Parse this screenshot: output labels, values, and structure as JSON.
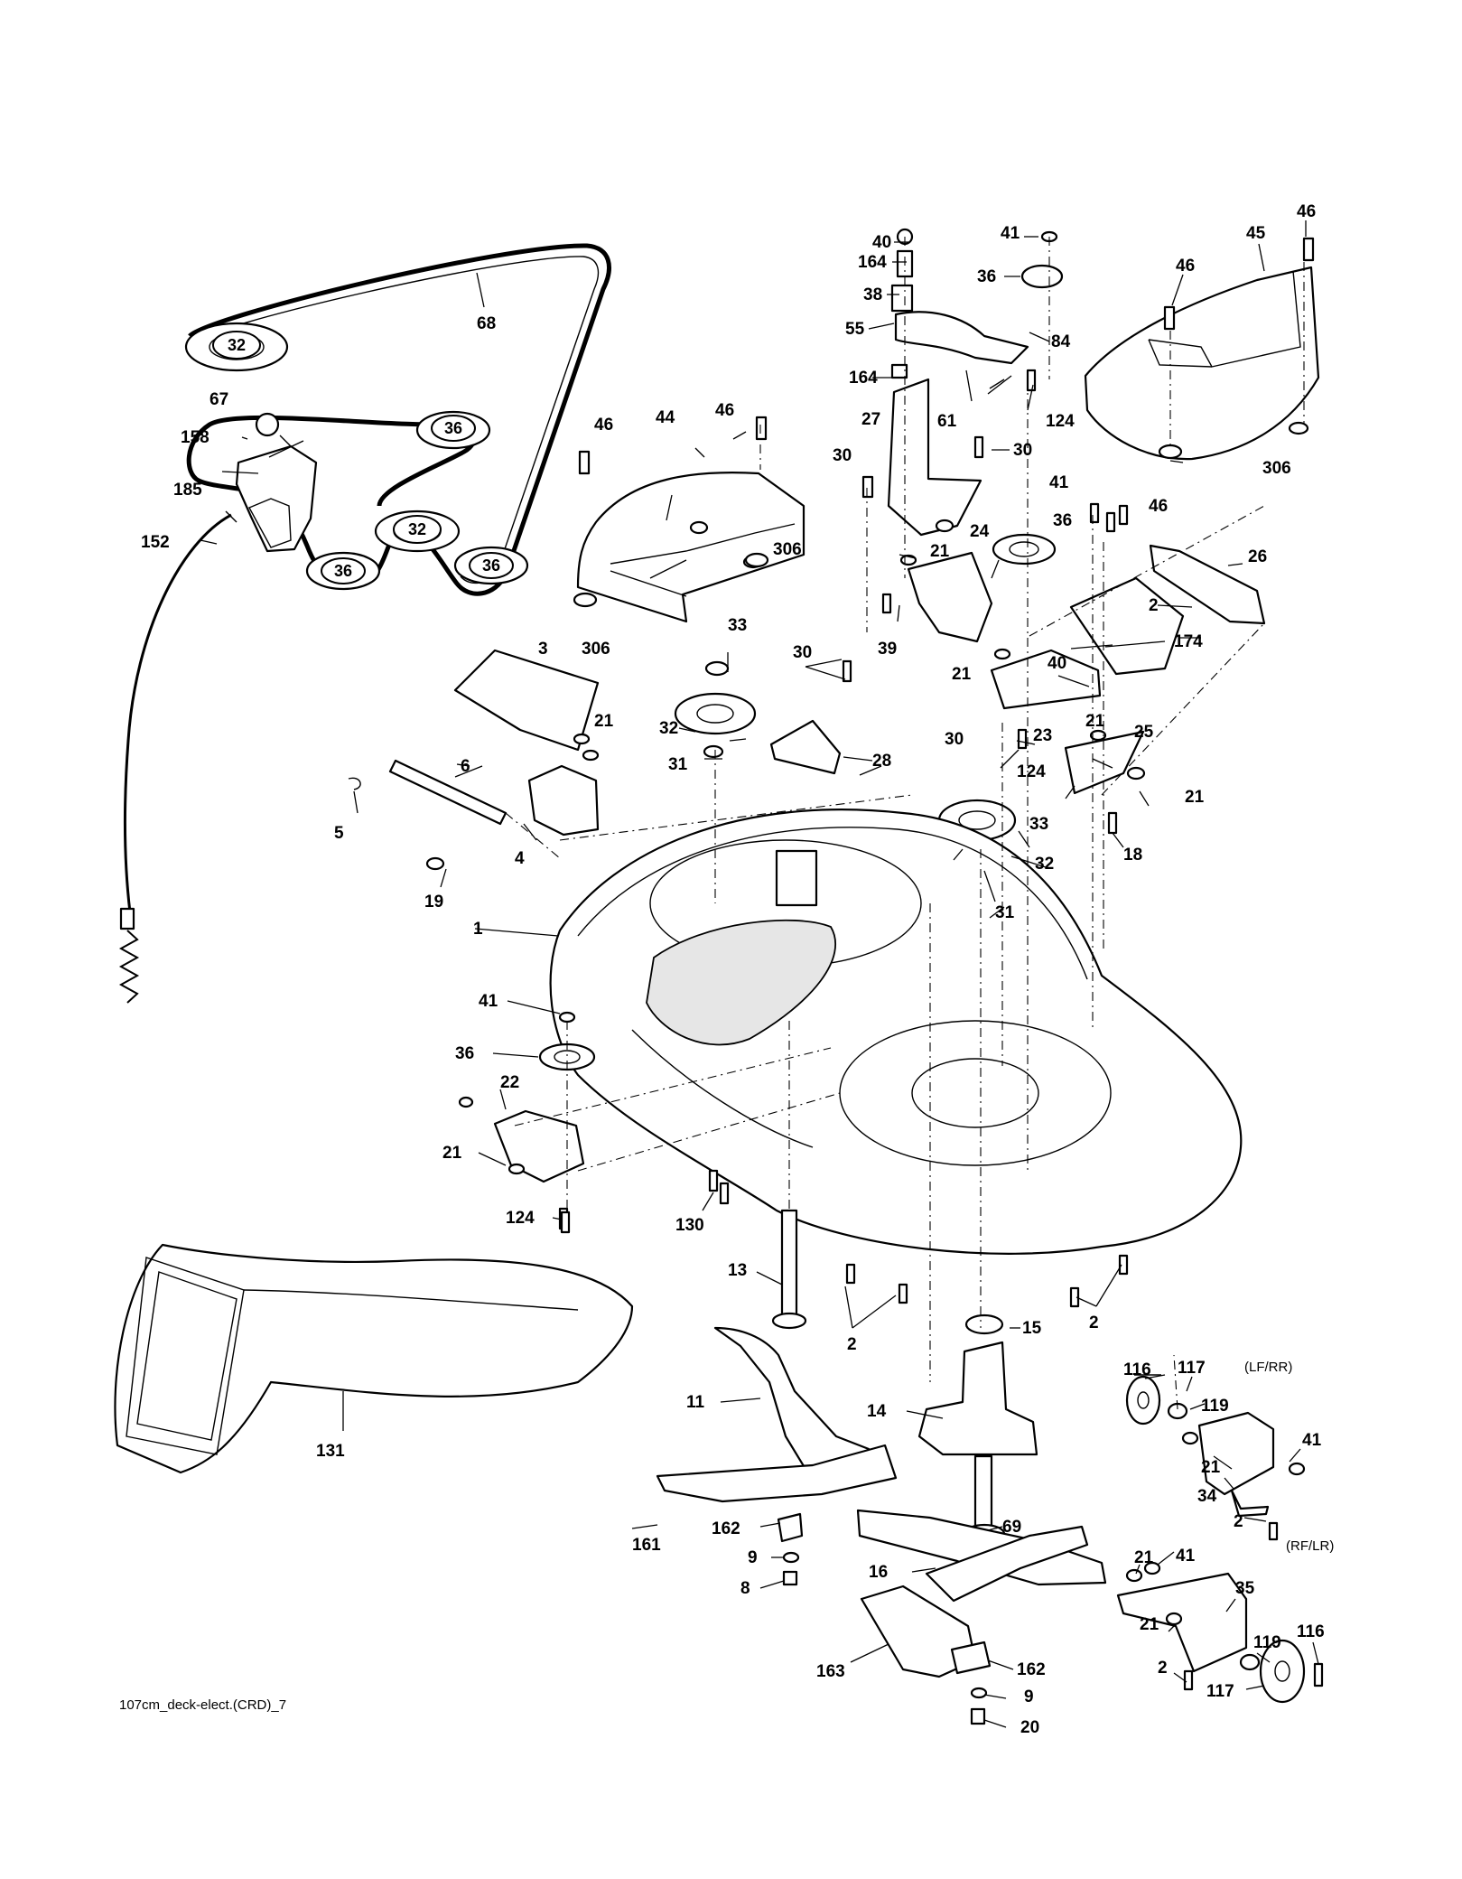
{
  "caption": "107cm_deck-elect.(CRD)_7",
  "variant_labels": {
    "left_front_rear_right": "(LF/RR)",
    "right_front_left_rear": "(RF/LR)"
  },
  "pulley_tags": {
    "p32_top": "32",
    "p36_right": "36",
    "p32_mid": "32",
    "p36_left": "36",
    "p36_bottom": "36"
  },
  "callouts": {
    "c46_a": "46",
    "c40_a": "40",
    "c41_a": "41",
    "c164_a": "164",
    "c36_a": "36",
    "c45": "45",
    "c46_b": "46",
    "c38": "38",
    "c68": "68",
    "c55": "55",
    "c84": "84",
    "c164_b": "164",
    "c67": "67",
    "c46_c": "46",
    "c44": "44",
    "c46_d": "46",
    "c27": "27",
    "c61": "61",
    "c124_a": "124",
    "c158": "158",
    "c30_a": "30",
    "c30_b": "30",
    "c306_a": "306",
    "c185": "185",
    "c41_b": "41",
    "c46_e": "46",
    "c36_b": "36",
    "c152": "152",
    "c306_b": "306",
    "c24": "24",
    "c21_a": "21",
    "c26": "26",
    "c2_a": "2",
    "c306_c": "306",
    "c39": "39",
    "c174": "174",
    "c3": "3",
    "c33_a": "33",
    "c30_c": "30",
    "c21_b": "21",
    "c40_b": "40",
    "c21_c": "21",
    "c32_a": "32",
    "c28": "28",
    "c6": "6",
    "c23": "23",
    "c21_d": "21",
    "c25": "25",
    "c31_a": "31",
    "c30_d": "30",
    "c124_b": "124",
    "c21_e": "21",
    "c5": "5",
    "c4": "4",
    "c33_b": "33",
    "c18": "18",
    "c32_b": "32",
    "c19": "19",
    "c31_b": "31",
    "c1": "1",
    "c41_c": "41",
    "c36_c": "36",
    "c22": "22",
    "c21_f": "21",
    "c124_c": "124",
    "c130": "130",
    "c13": "13",
    "c15": "15",
    "c2_b": "2",
    "c2_c": "2",
    "c116_a": "116",
    "c117_a": "117",
    "c119_a": "119",
    "c11": "11",
    "c14": "14",
    "c21_g": "21",
    "c41_d": "41",
    "c34": "34",
    "c131": "131",
    "c2_d": "2",
    "c69": "69",
    "c161": "161",
    "c162_a": "162",
    "c9_a": "9",
    "c16": "16",
    "c21_h": "21",
    "c41_e": "41",
    "c35": "35",
    "c8": "8",
    "c21_i": "21",
    "c119_b": "119",
    "c116_b": "116",
    "c2_e": "2",
    "c117_b": "117",
    "c163": "163",
    "c162_b": "162",
    "c9_b": "9",
    "c20": "20"
  }
}
